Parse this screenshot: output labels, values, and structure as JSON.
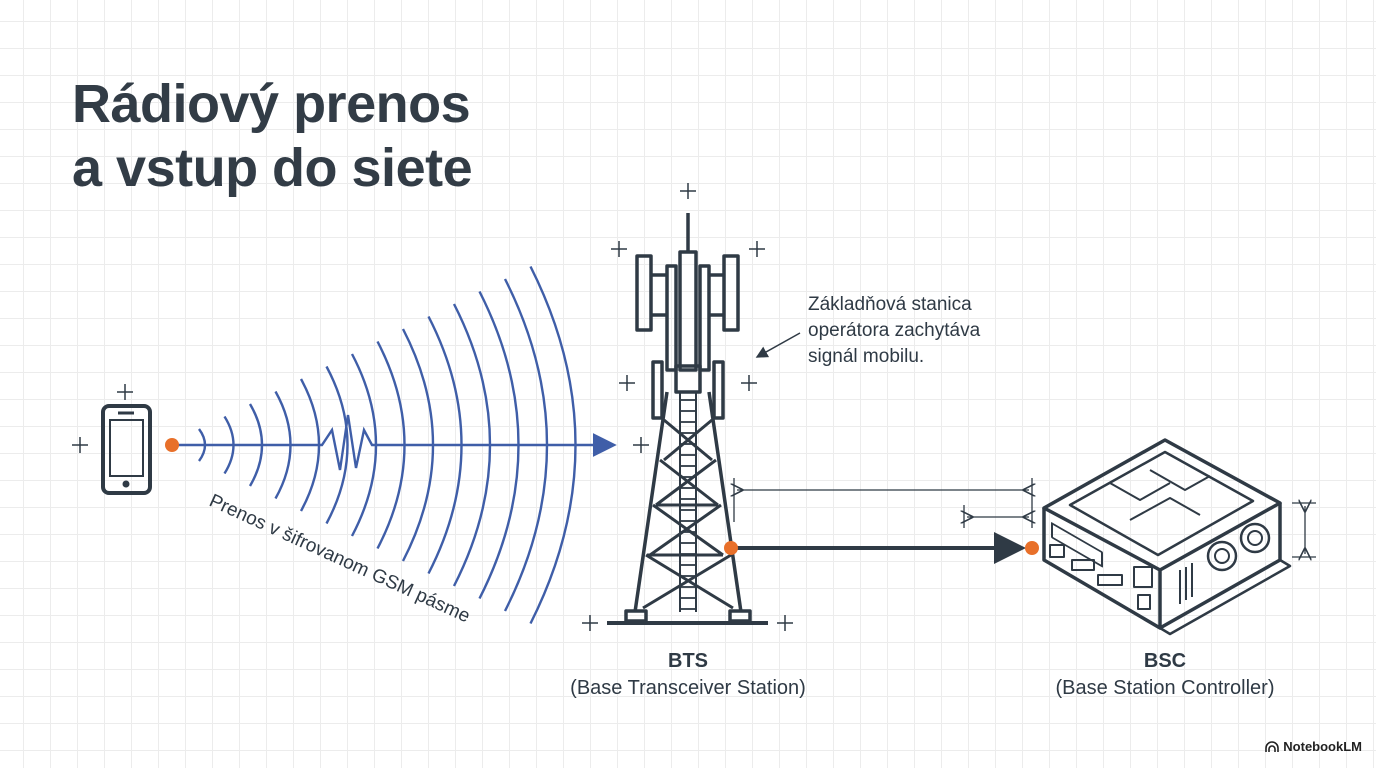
{
  "title": {
    "line1": "Rádiový prenos",
    "line2": "a vstup do siete"
  },
  "annotation": {
    "line1": "Základňová stanica",
    "line2": "operátora zachytáva",
    "line3": "signál mobilu."
  },
  "transmission_label": "Prenos v šifrovanom GSM pásme",
  "bts": {
    "abbr": "BTS",
    "full": "(Base Transceiver Station)"
  },
  "bsc": {
    "abbr": "BSC",
    "full": "(Base Station Controller)"
  },
  "logo": "NotebookLM",
  "colors": {
    "ink": "#2f3a45",
    "wave": "#3f5ea8",
    "dot": "#e8702a"
  }
}
